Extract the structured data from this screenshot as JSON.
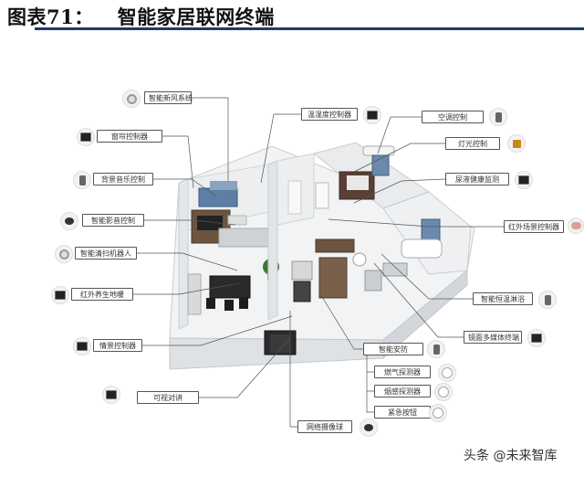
{
  "header": {
    "figure_no": "图表71：",
    "title": "智能家居联网终端"
  },
  "labels": {
    "xinfeng": "智能新风系统",
    "wenshidu": "温湿度控制器",
    "kongtiao": "空调控制",
    "chuanglian": "窗帘控制器",
    "dengguang": "灯光控制",
    "beijing_yinyue": "背景音乐控制",
    "niaoye": "尿液健康监测",
    "yingyin": "智能影音控制",
    "hongwai_yaokong": "红外场景控制器",
    "qingsao": "智能清扫机器人",
    "hongwai_diban": "红外养生地暖",
    "hengwen": "智能恒温淋浴",
    "qingjing": "情景控制器",
    "jingmian": "镜面多媒体终端",
    "anfang": "智能安防",
    "ranqi": "燃气探测器",
    "yangan": "烟感探测器",
    "keshi_duijiang": "可视对讲",
    "jinji": "紧急按钮",
    "wangluo_shexiang": "网络摄像球"
  },
  "watermark": "头条 @未来智库"
}
